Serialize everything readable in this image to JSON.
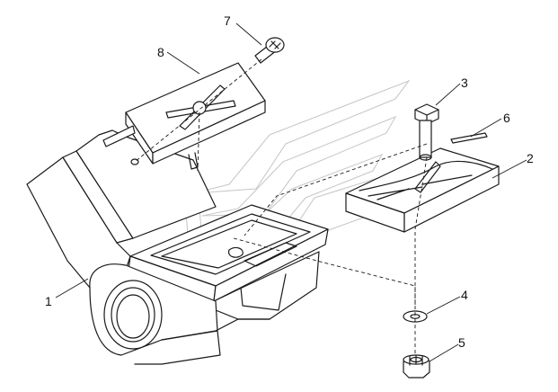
{
  "callouts": [
    {
      "id": "1",
      "label": "1"
    },
    {
      "id": "2",
      "label": "2"
    },
    {
      "id": "3",
      "label": "3"
    },
    {
      "id": "4",
      "label": "4"
    },
    {
      "id": "5",
      "label": "5"
    },
    {
      "id": "6",
      "label": "6"
    },
    {
      "id": "7",
      "label": "7"
    },
    {
      "id": "8",
      "label": "8"
    }
  ],
  "colors": {
    "line": "#1a1a1a",
    "watermark": "#c9c9c9",
    "background": "#ffffff"
  }
}
